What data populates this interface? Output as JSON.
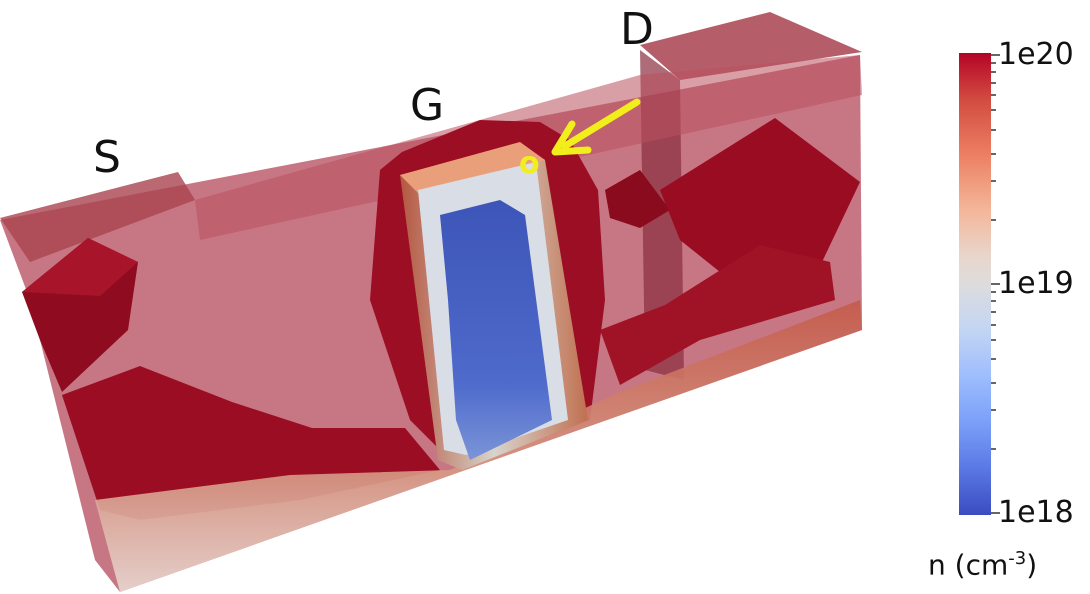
{
  "terminals": {
    "source": "S",
    "gate": "G",
    "drain": "D"
  },
  "marker": {
    "symbol": "o",
    "color": "#f2ee1c"
  },
  "colorbar": {
    "top_label": "1e20",
    "mid_label": "1e19",
    "bottom_label": "1e18",
    "quantity": "n (cm",
    "exponent": "-3",
    "close": ")",
    "colors": [
      "#b40426",
      "#ec7f63",
      "#dddcdc",
      "#7b9ff9",
      "#3b4cc0"
    ]
  },
  "palette": {
    "oxide": "#a43a4d",
    "high_density": "#a10a1f",
    "gate_cap": "#e9a07a",
    "channel": "#4a66c8"
  }
}
